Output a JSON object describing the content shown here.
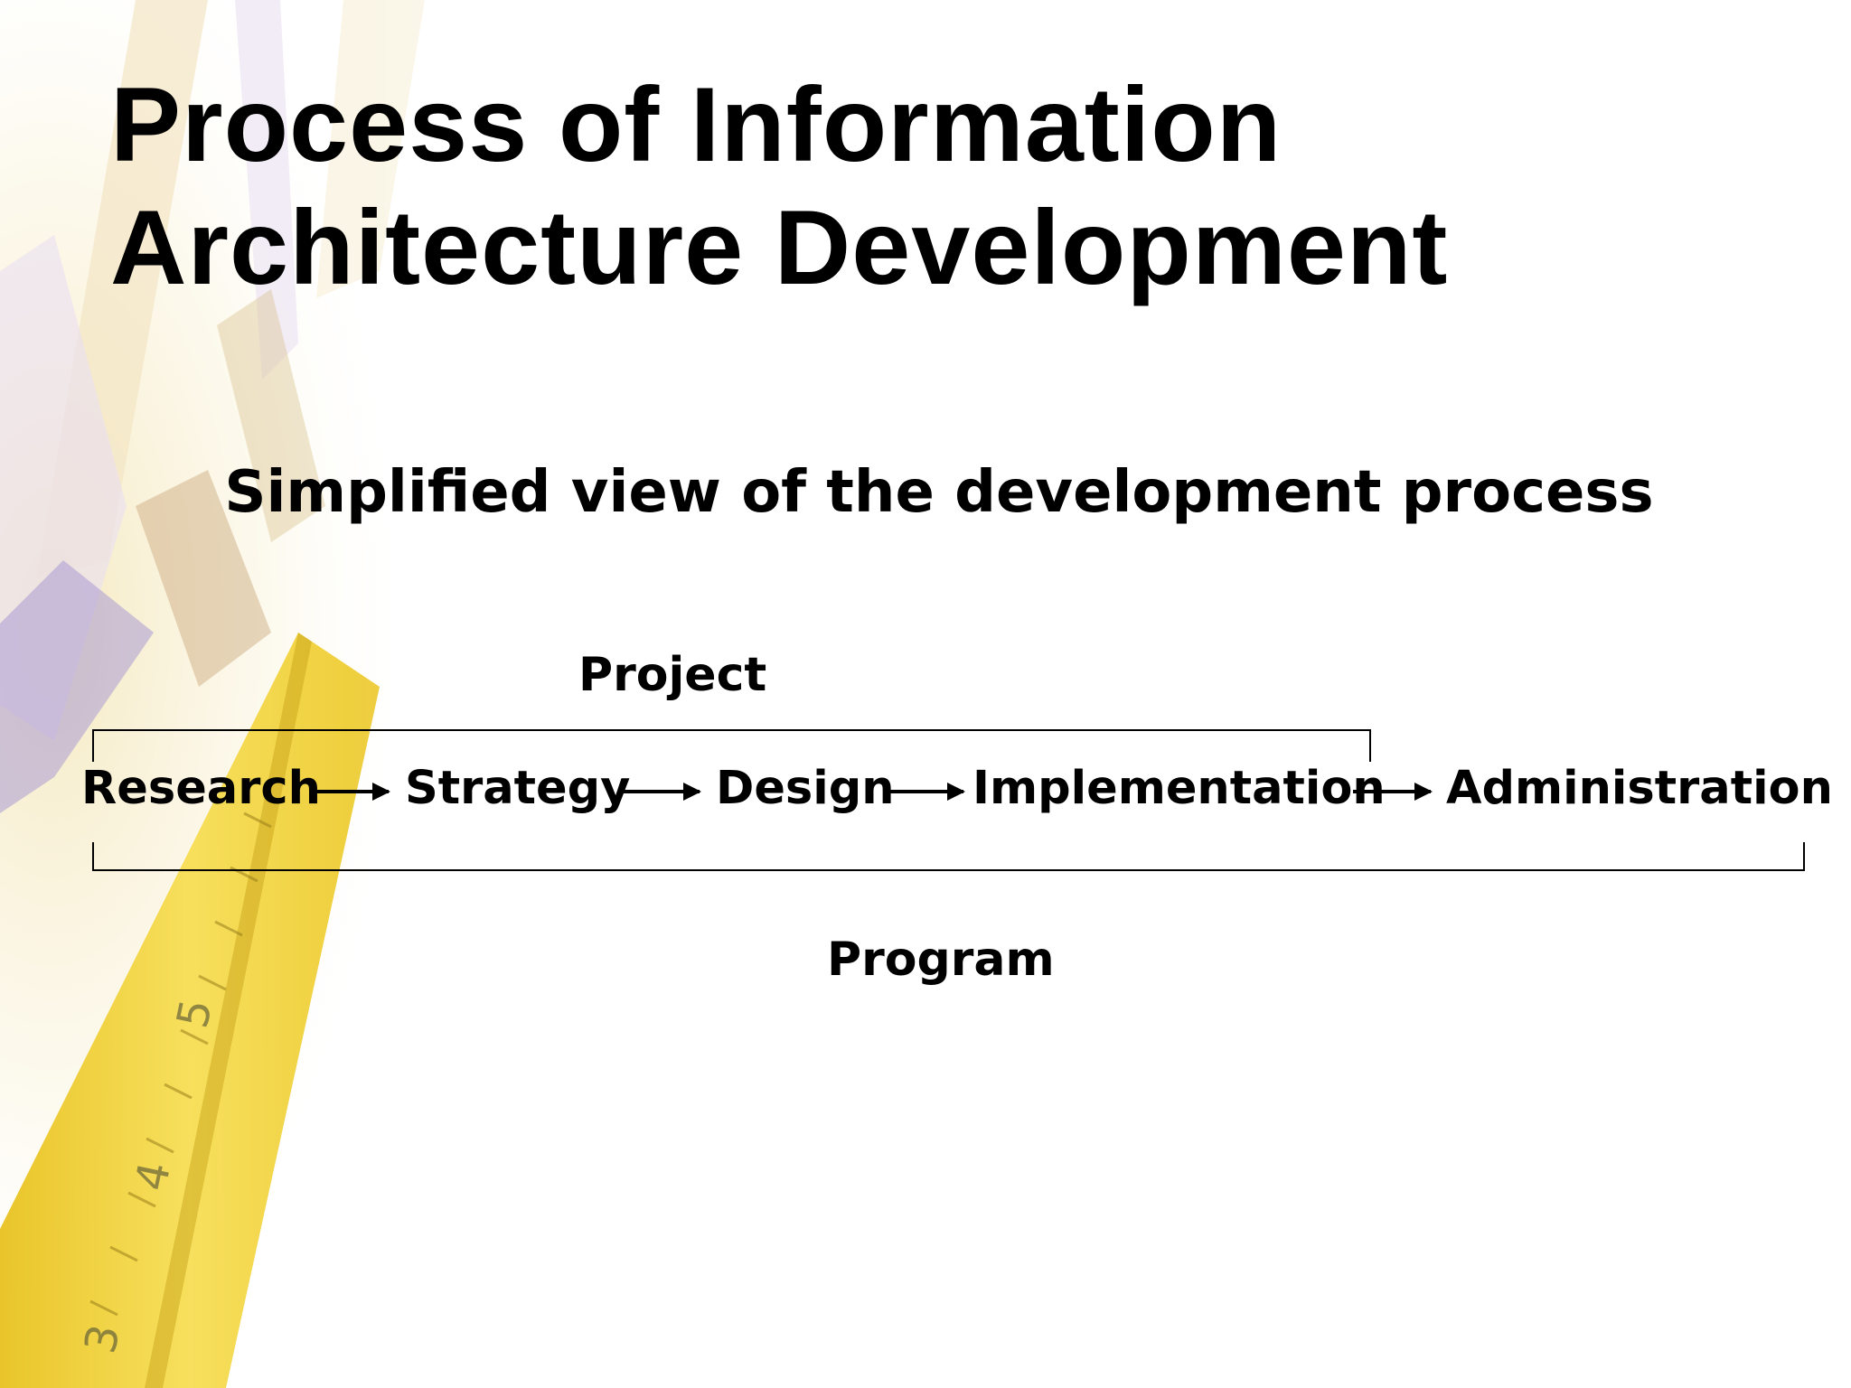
{
  "slide": {
    "title_line1": "Process of Information",
    "title_line2": "Architecture Development",
    "subtitle": "Simplified view of the development process"
  },
  "diagram": {
    "top_bracket_label": "Project",
    "bottom_bracket_label": "Program",
    "steps": [
      "Research",
      "Strategy",
      "Design",
      "Implementation",
      "Administration"
    ]
  },
  "background": {
    "description_icon": "measuring-tape-image",
    "tape_numbers": [
      "5",
      "4",
      "3"
    ],
    "colors": {
      "tape": "#f2d23a",
      "accent": "#8f84c4"
    }
  }
}
